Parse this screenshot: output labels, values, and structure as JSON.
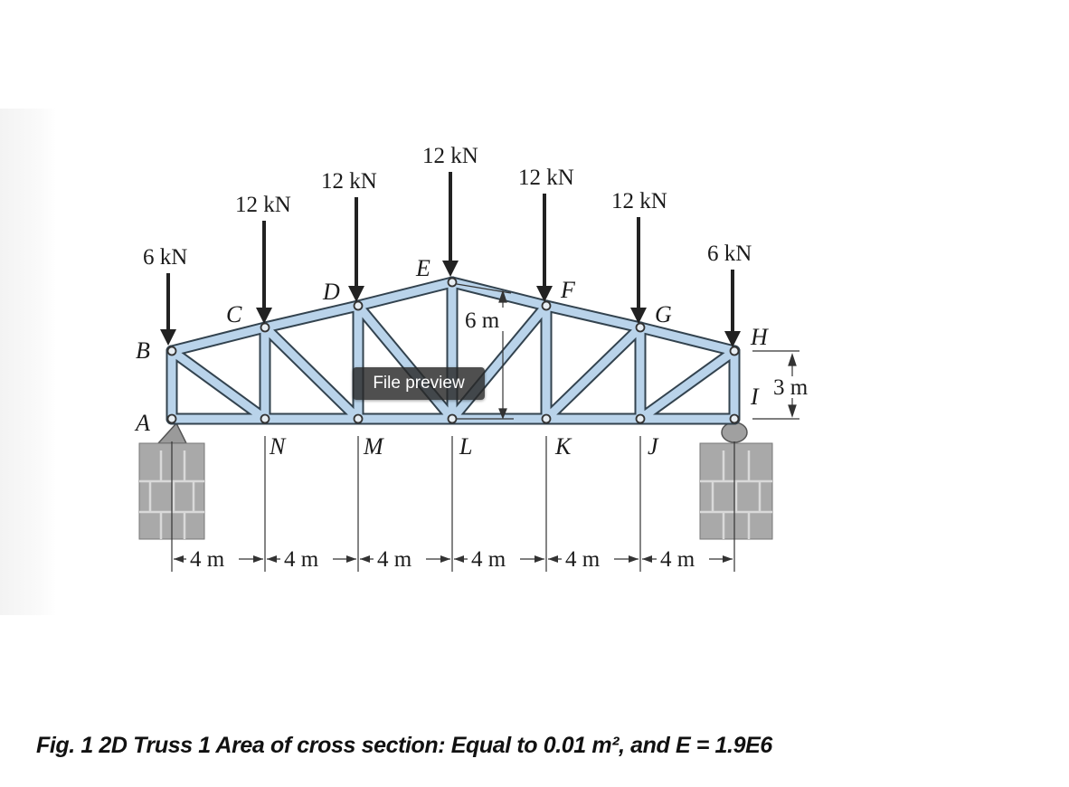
{
  "loads": [
    {
      "label": "6 kN",
      "joint": "B"
    },
    {
      "label": "12 kN",
      "joint": "C"
    },
    {
      "label": "12 kN",
      "joint": "D"
    },
    {
      "label": "12 kN",
      "joint": "E"
    },
    {
      "label": "12 kN",
      "joint": "F"
    },
    {
      "label": "12 kN",
      "joint": "G"
    },
    {
      "label": "6 kN",
      "joint": "H"
    }
  ],
  "joint_labels": [
    "A",
    "B",
    "C",
    "D",
    "E",
    "F",
    "G",
    "H",
    "I",
    "J",
    "K",
    "L",
    "M",
    "N"
  ],
  "dimensions": {
    "spans": [
      "4 m",
      "4 m",
      "4 m",
      "4 m",
      "4 m",
      "4 m"
    ],
    "height_center": "6 m",
    "height_end": "3 m"
  },
  "overlay": {
    "file_preview": "File preview"
  },
  "caption": "Fig. 1 2D Truss 1 Area of cross section: Equal to 0.01 m², and E = 1.9E6",
  "colors": {
    "member_fill": "#b9d3ea",
    "member_edge": "#33434f",
    "support": "#a9a9a9",
    "arrow": "#222222"
  }
}
